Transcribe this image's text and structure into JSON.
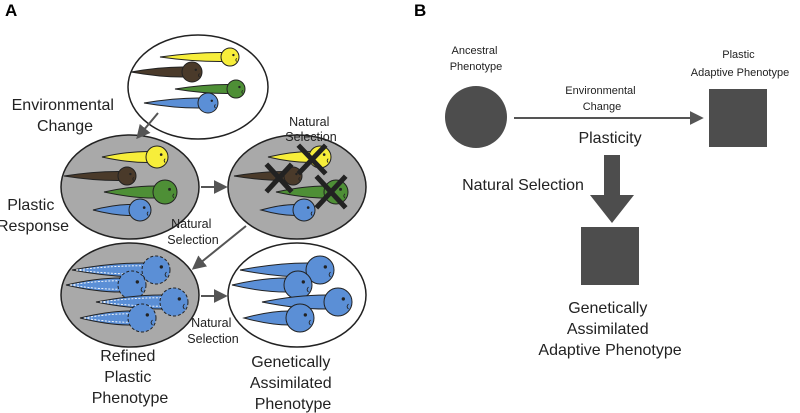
{
  "panel_a": {
    "letter": "A",
    "labels": {
      "environmental_change": [
        "Environmental",
        "Change"
      ],
      "plastic_response": [
        "Plastic",
        "Response"
      ],
      "natural_selection_top": [
        "Natural",
        "Selection"
      ],
      "natural_selection_mid": [
        "Natural",
        "Selection"
      ],
      "natural_selection_bottom": [
        "Natural",
        "Selection"
      ],
      "refined_plastic_phenotype": [
        "Refined",
        "Plastic",
        "Phenotype"
      ],
      "genetically_assimilated_phenotype": [
        "Genetically",
        "Assimilated",
        "Phenotype"
      ]
    }
  },
  "panel_b": {
    "letter": "B",
    "ancestral_phenotype": [
      "Ancestral",
      "Phenotype"
    ],
    "plastic_adaptive_phenotype": [
      "Plastic",
      "Adaptive Phenotype"
    ],
    "environmental_change": [
      "Environmental",
      "Change"
    ],
    "plasticity": "Plasticity",
    "natural_selection": "Natural Selection",
    "genetically_assimilated_adaptive_phenotype": [
      "Genetically",
      "Assimilated",
      "Adaptive Phenotype"
    ]
  },
  "colors": {
    "tadpole_yellow": "#f7ee3a",
    "tadpole_brown": "#4a3a2a",
    "tadpole_green": "#4e8f36",
    "tadpole_blue": "#5b8fd6",
    "ellipse_gray": "#a9a9a9",
    "shape_dark": "#4d4d4d",
    "arrow_gray": "#555555"
  }
}
